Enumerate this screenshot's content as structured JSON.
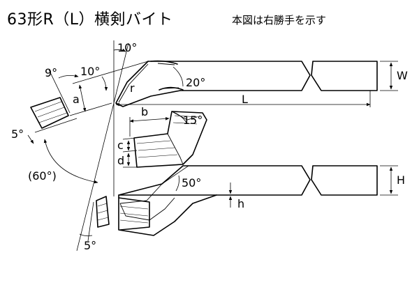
{
  "header": {
    "title": "63形R（L）横剣バイト",
    "note": "本図は右勝手を示す"
  },
  "labels": {
    "angle_10_top": "10°",
    "angle_9": "9°",
    "angle_10_side": "10°",
    "radius_r": "r",
    "angle_20": "20°",
    "dim_a": "a",
    "dim_L": "L",
    "dim_W": "W",
    "angle_5_left": "5°",
    "dim_b": "b",
    "angle_15": "15°",
    "dim_c": "c",
    "dim_d": "d",
    "angle_60": "(60°)",
    "angle_50": "50°",
    "dim_H": "H",
    "dim_h": "h",
    "angle_5_bottom": "5°"
  }
}
